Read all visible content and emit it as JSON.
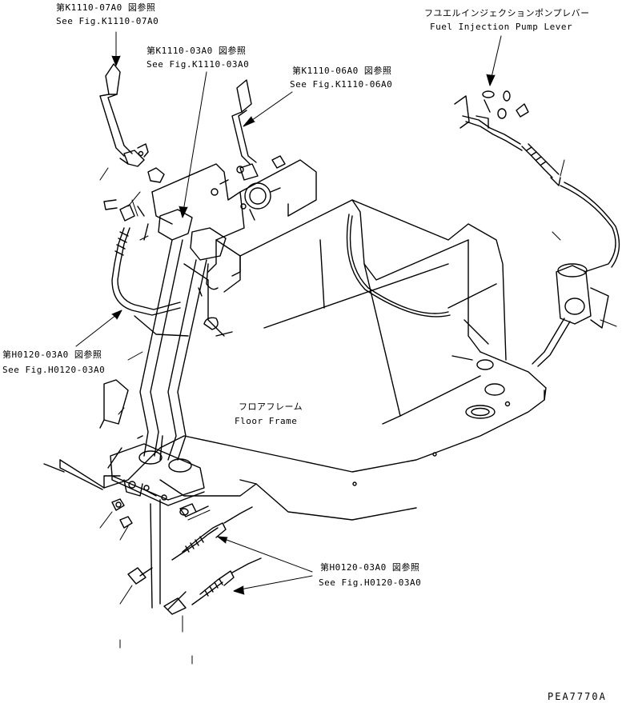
{
  "callouts": {
    "k1110_07a0": {
      "jp": "第K1110-07A0 図参照",
      "en": "See Fig.K1110-07A0"
    },
    "k1110_03a0": {
      "jp": "第K1110-03A0 図参照",
      "en": "See Fig.K1110-03A0"
    },
    "k1110_06a0": {
      "jp": "第K1110-06A0 図参照",
      "en": "See Fig.K1110-06A0"
    },
    "fuel_pump": {
      "jp": "フユエルインジェクションポンプレバー",
      "en": "Fuel Injection Pump Lever"
    },
    "h0120_left": {
      "jp": "第H0120-03A0 図参照",
      "en": "See Fig.H0120-03A0"
    },
    "floor_frame": {
      "jp": "フロアフレーム",
      "en": "Floor Frame"
    },
    "h0120_bottom": {
      "jp": "第H0120-03A0 図参照",
      "en": "See Fig.H0120-03A0"
    }
  },
  "drawing_code": "PEA7770A"
}
